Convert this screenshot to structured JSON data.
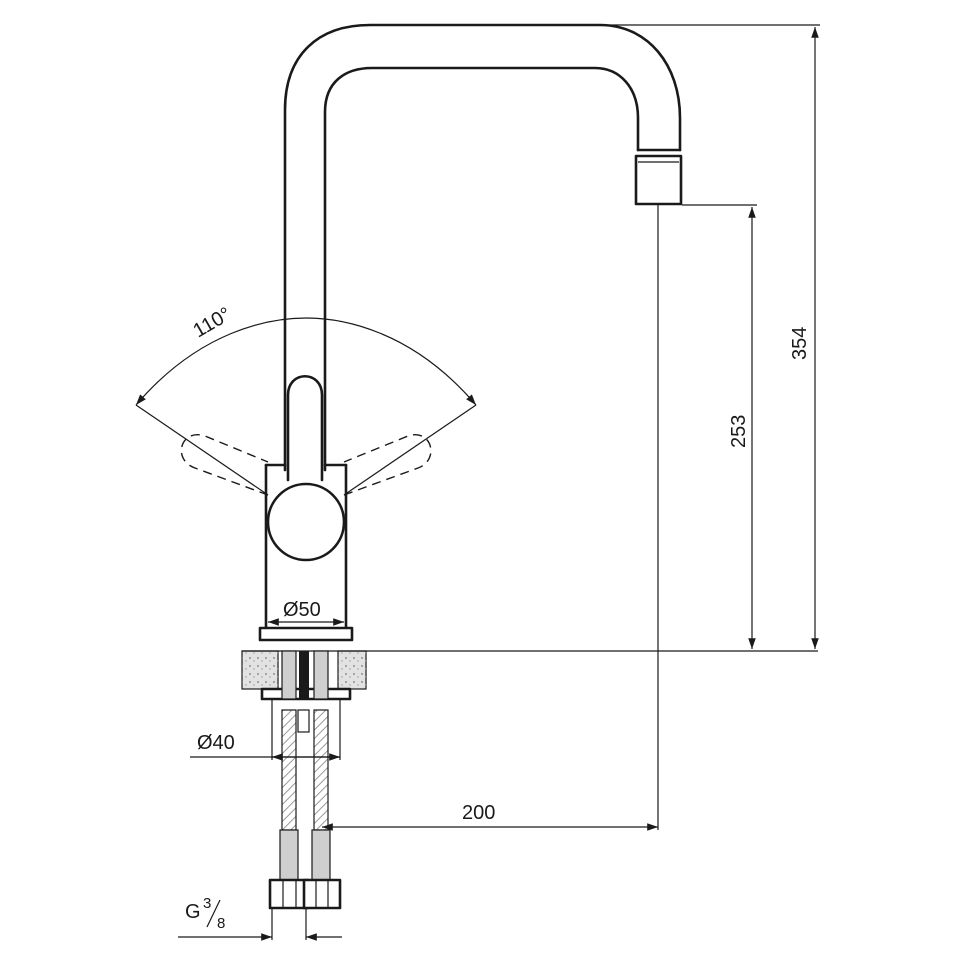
{
  "dimensions": {
    "total_height": "354",
    "spout_height": "253",
    "reach": "200",
    "body_diameter": "Ø50",
    "base_diameter": "Ø40",
    "thread_prefix": "G",
    "thread_numerator": "3",
    "thread_denominator": "8",
    "swivel_angle": "110°"
  }
}
